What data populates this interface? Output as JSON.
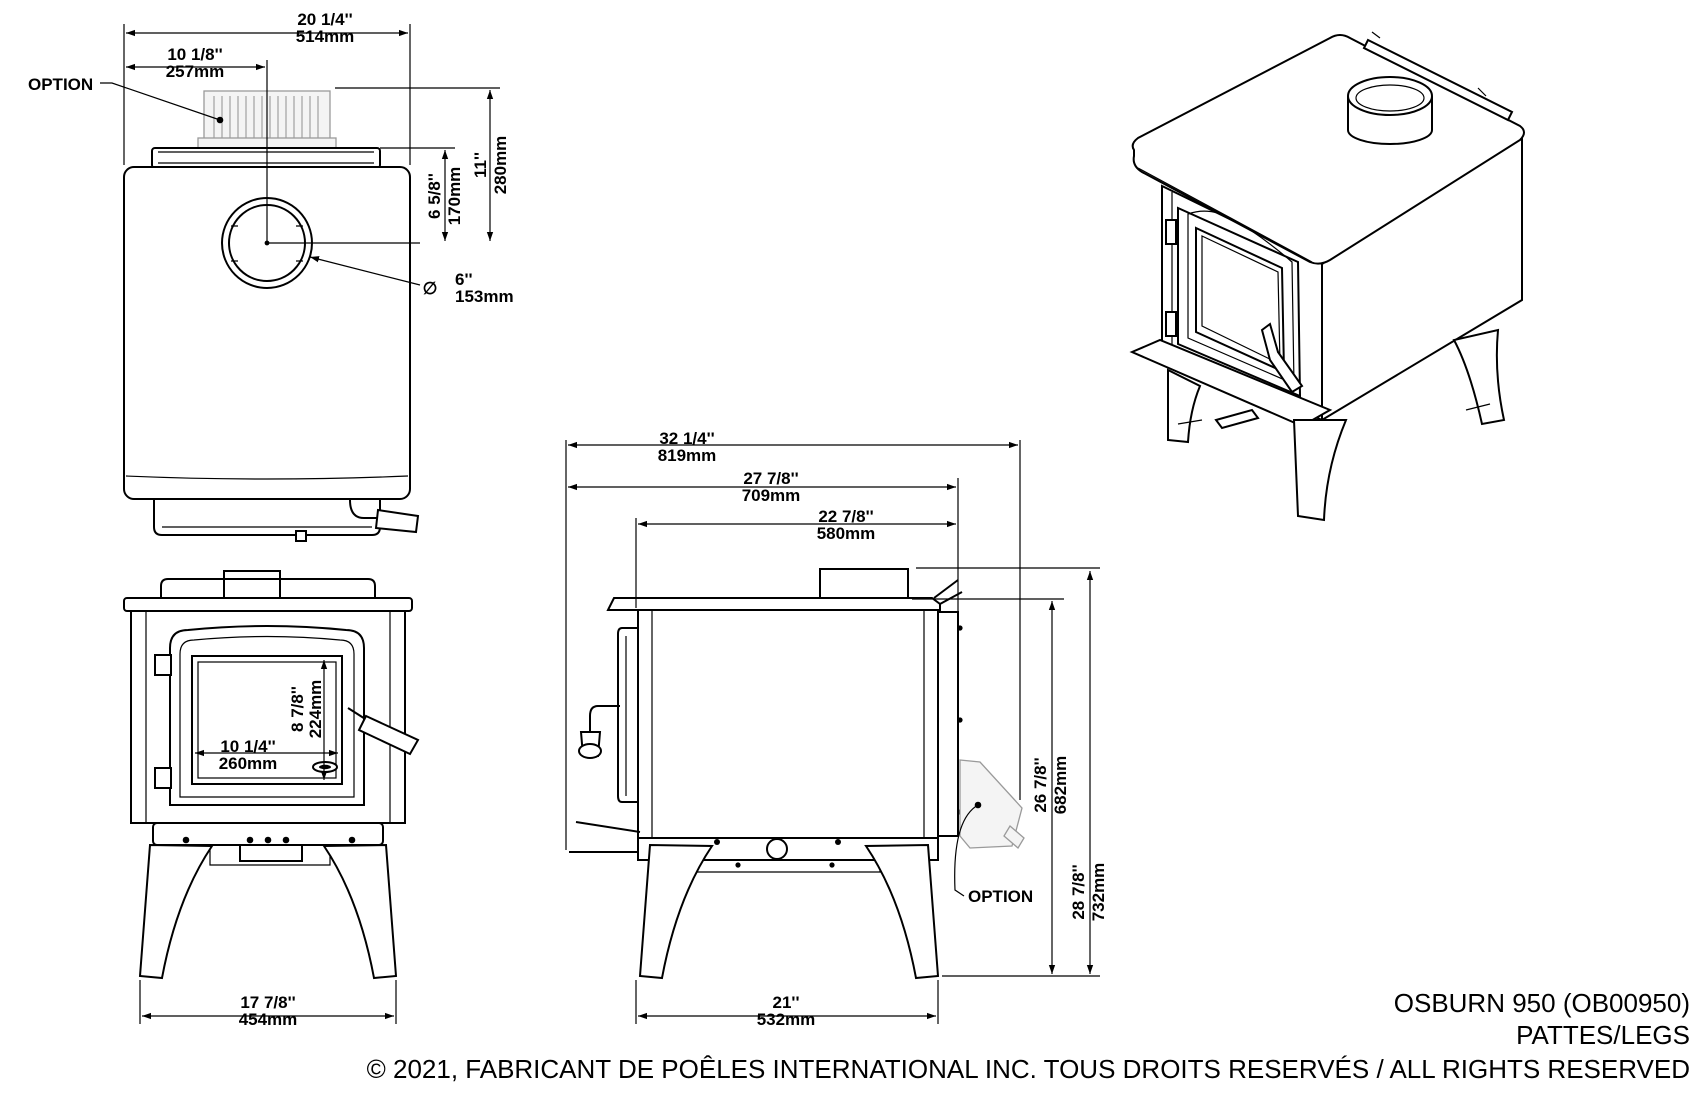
{
  "dimensions": {
    "top_overall_width": {
      "imperial": "20  1/4''",
      "metric": "514mm"
    },
    "top_flue_center_x": {
      "imperial": "10  1/8''",
      "metric": "257mm"
    },
    "top_flue_to_back": {
      "imperial": "6  5/8''",
      "metric": "170mm"
    },
    "top_option_depth": {
      "imperial": "11''",
      "metric": "280mm"
    },
    "flue_diameter": {
      "symbol": "∅",
      "imperial": "6''",
      "metric": "153mm"
    },
    "front_glass_width": {
      "imperial": "10  1/4''",
      "metric": "260mm"
    },
    "front_glass_height": {
      "imperial": "8  7/8''",
      "metric": "224mm"
    },
    "front_leg_width": {
      "imperial": "17  7/8''",
      "metric": "454mm"
    },
    "side_overall_depth": {
      "imperial": "32  1/4''",
      "metric": "819mm"
    },
    "side_depth_no_option": {
      "imperial": "27  7/8''",
      "metric": "709mm"
    },
    "side_body_depth": {
      "imperial": "22  7/8''",
      "metric": "580mm"
    },
    "side_leg_depth": {
      "imperial": "21''",
      "metric": "532mm"
    },
    "side_flue_height": {
      "imperial": "26  7/8''",
      "metric": "682mm"
    },
    "side_overall_height": {
      "imperial": "28  7/8''",
      "metric": "732mm"
    }
  },
  "labels": {
    "option_top": "OPTION",
    "option_side": "OPTION"
  },
  "footer": {
    "model": "OSBURN 950 (OB00950)",
    "variant": "PATTES/LEGS",
    "copyright": "© 2021, FABRICANT DE POÊLES INTERNATIONAL INC. TOUS DROITS RESERVÉS / ALL RIGHTS RESERVED"
  }
}
